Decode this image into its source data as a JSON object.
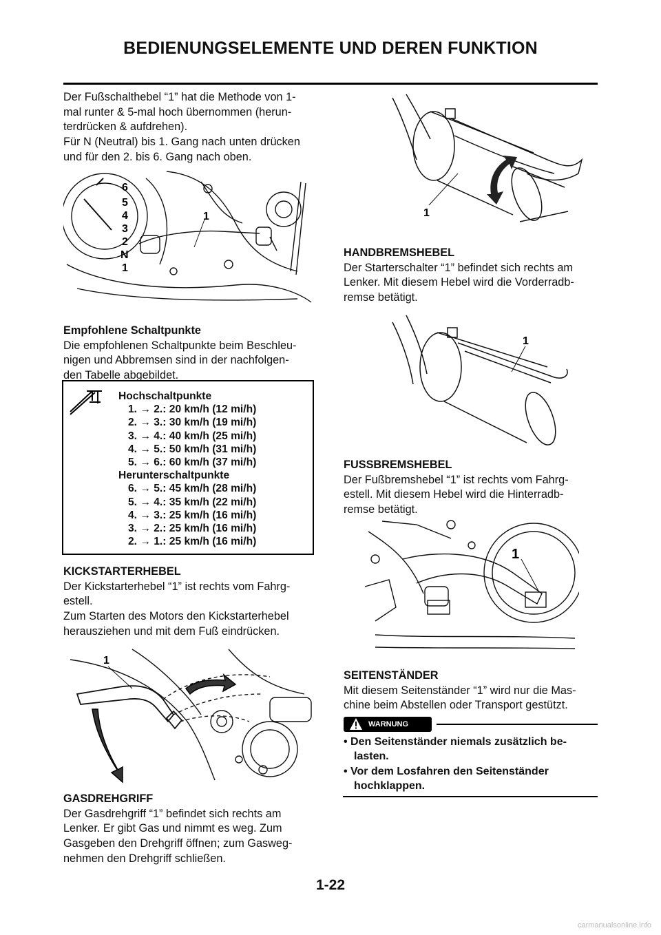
{
  "header": {
    "title": "BEDIENUNGSELEMENTE UND DEREN FUNKTION"
  },
  "left": {
    "intro_lines": [
      "Der Fußschalthebel “1” hat die Methode von 1-",
      "mal runter & 5-mal hoch übernommen (herun-",
      "terdrücken & aufdrehen).",
      "Für N (Neutral) bis 1. Gang nach unten drücken",
      "und für den 2. bis 6. Gang nach oben."
    ],
    "shift_figure": {
      "gear_labels": [
        "6",
        "5",
        "4",
        "3",
        "2",
        "N",
        "1"
      ],
      "callout": "1"
    },
    "schaltpunkte": {
      "heading": "Empfohlene Schaltpunkte",
      "lines": [
        "Die empfohlenen Schaltpunkte beim Beschleu-",
        "nigen und Abbremsen sind in der nachfolgen-",
        "den Tabelle abgebildet."
      ]
    },
    "spec_table": {
      "icon": "caliper-icon",
      "up_heading": "Hochschaltpunkte",
      "up_rows": [
        "1. → 2.: 20 km/h (12 mi/h)",
        "2. → 3.: 30 km/h (19 mi/h)",
        "3. → 4.: 40 km/h (25 mi/h)",
        "4. → 5.: 50 km/h (31 mi/h)",
        "5. → 6.: 60 km/h (37 mi/h)"
      ],
      "down_heading": "Herunterschaltpunkte",
      "down_rows": [
        "6. → 5.: 45 km/h (28 mi/h)",
        "5. → 4.: 35 km/h (22 mi/h)",
        "4. → 3.: 25 km/h (16 mi/h)",
        "3. → 2.: 25 km/h (16 mi/h)",
        "2. → 1.: 25 km/h (16 mi/h)"
      ]
    },
    "kickstarter": {
      "heading": "KICKSTARTERHEBEL",
      "lines": [
        "Der Kickstarterhebel “1” ist rechts vom Fahrg-",
        "estell.",
        "Zum Starten des Motors den Kickstarterhebel",
        "herausziehen und mit dem Fuß eindrücken."
      ],
      "callout": "1"
    },
    "gasdrehgriff": {
      "heading": "GASDREHGRIFF",
      "lines": [
        "Der Gasdrehgriff “1” befindet sich rechts am",
        "Lenker. Er gibt Gas und nimmt es weg. Zum",
        "Gasgeben den Drehgriff öffnen; zum Gasweg-",
        "nehmen den Drehgriff schließen."
      ]
    }
  },
  "right": {
    "throttle_figure": {
      "callout": "1"
    },
    "handbremshebel": {
      "heading": "HANDBREMSHEBEL",
      "lines": [
        "Der Starterschalter “1” befindet sich rechts am",
        "Lenker. Mit diesem Hebel wird die Vorderradb-",
        "remse betätigt."
      ],
      "callout": "1"
    },
    "fussbremshebel": {
      "heading": "FUSSBREMSHEBEL",
      "lines": [
        "Der Fußbremshebel “1” ist rechts vom Fahrg-",
        "estell. Mit diesem Hebel wird die Hinterradb-",
        "remse betätigt."
      ],
      "callout": "1"
    },
    "seitenstaender": {
      "heading": "SEITENSTÄNDER",
      "lines": [
        "Mit diesem Seitenständer “1” wird nur die Mas-",
        "chine beim Abstellen oder Transport gestützt."
      ]
    },
    "warning": {
      "label": "WARNUNG",
      "items": [
        [
          "• Den Seitenständer niemals zusätzlich be-",
          "lasten."
        ],
        [
          "• Vor dem Losfahren den Seitenständer",
          "hochklappen."
        ]
      ]
    }
  },
  "footer": {
    "page_number": "1-22",
    "watermark": "carmanualsonline.info"
  }
}
